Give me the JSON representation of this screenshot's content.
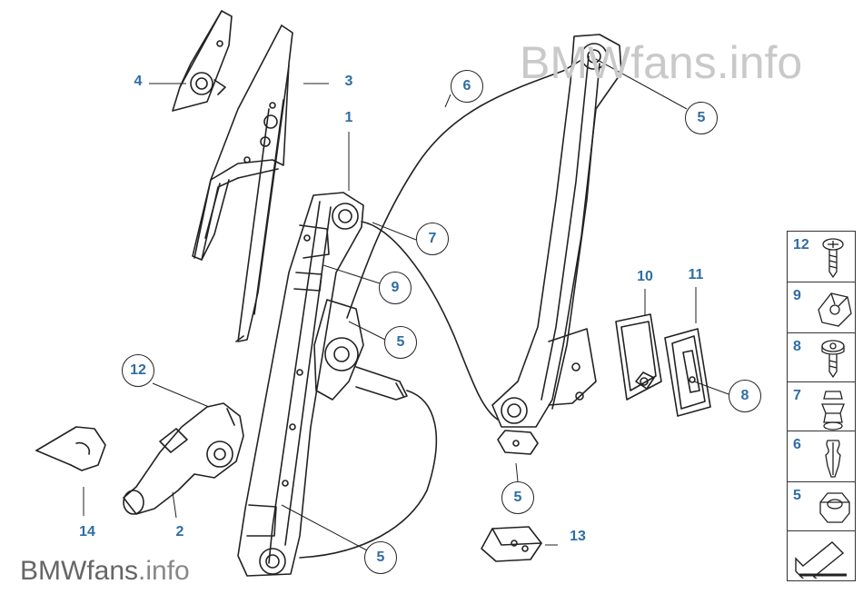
{
  "watermark": {
    "top_text": "BMWfans.info",
    "bottom_brand": "BMWfans",
    "bottom_suffix": ".info"
  },
  "callouts": [
    {
      "id": "c4",
      "text": "4",
      "circled": false
    },
    {
      "id": "c3",
      "text": "3",
      "circled": false
    },
    {
      "id": "c1",
      "text": "1",
      "circled": false
    },
    {
      "id": "c6",
      "text": "6",
      "circled": true
    },
    {
      "id": "c5a",
      "text": "5",
      "circled": true
    },
    {
      "id": "c7",
      "text": "7",
      "circled": true
    },
    {
      "id": "c9",
      "text": "9",
      "circled": true
    },
    {
      "id": "c5b",
      "text": "5",
      "circled": true
    },
    {
      "id": "c12",
      "text": "12",
      "circled": true
    },
    {
      "id": "c10",
      "text": "10",
      "circled": false
    },
    {
      "id": "c11",
      "text": "11",
      "circled": false
    },
    {
      "id": "c8",
      "text": "8",
      "circled": true
    },
    {
      "id": "c5c",
      "text": "5",
      "circled": true
    },
    {
      "id": "c13",
      "text": "13",
      "circled": false
    },
    {
      "id": "c5d",
      "text": "5",
      "circled": true
    },
    {
      "id": "c14",
      "text": "14",
      "circled": false
    },
    {
      "id": "c2",
      "text": "2",
      "circled": false
    }
  ],
  "legend": [
    {
      "number": "12",
      "icon": "screw-icon"
    },
    {
      "number": "9",
      "icon": "clip-icon"
    },
    {
      "number": "8",
      "icon": "bolt-icon"
    },
    {
      "number": "7",
      "icon": "expanding-rivet-icon"
    },
    {
      "number": "6",
      "icon": "spreading-rivet-icon"
    },
    {
      "number": "5",
      "icon": "hex-nut-icon"
    }
  ],
  "legend_footer_icon": "arrow-icon",
  "colors": {
    "callout": "#2e6da4",
    "line": "#222222",
    "watermark_top": "#c9c9c9"
  }
}
